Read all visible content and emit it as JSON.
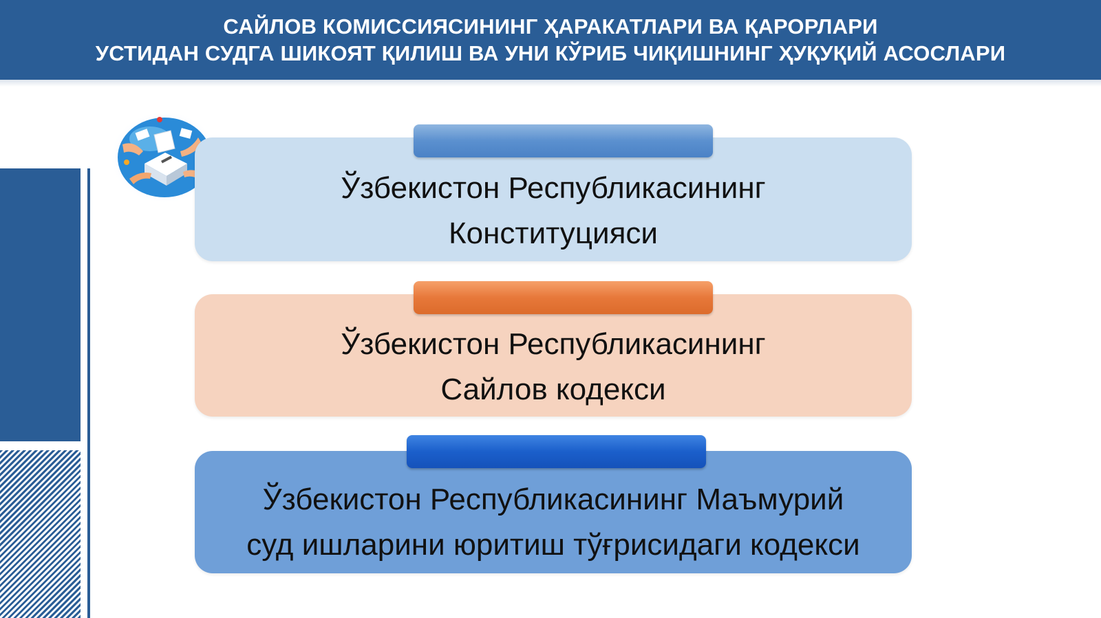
{
  "header": {
    "line1": "САЙЛОВ КОМИССИЯСИНИНГ ҲАРАКАТЛАРИ ВА ҚАРОРЛАРИ",
    "line2": "УСТИДАН СУДГА ШИКОЯТ ҚИЛИШ ВА УНИ КЎРИБ ЧИҚИШНИНГ ҲУҚУҚИЙ АСОСЛАРИ"
  },
  "emblem": {
    "icon": "ballot-box-icon"
  },
  "items": [
    {
      "line1": "Ўзбекистон Республикасининг",
      "line2": "Конституцияси",
      "accent": "#5b90cf",
      "fill": "#cadef0"
    },
    {
      "line1": "Ўзбекистон Республикасининг",
      "line2": "Сайлов кодекси",
      "accent": "#e7783a",
      "fill": "#f6d3bf"
    },
    {
      "line1": "Ўзбекистон Республикасининг Маъмурий",
      "line2": "суд ишларини юритиш тўғрисидаги кодекси",
      "accent": "#1b5fcb",
      "fill": "#6f9fd8"
    }
  ],
  "colors": {
    "brand": "#2a5d96"
  }
}
